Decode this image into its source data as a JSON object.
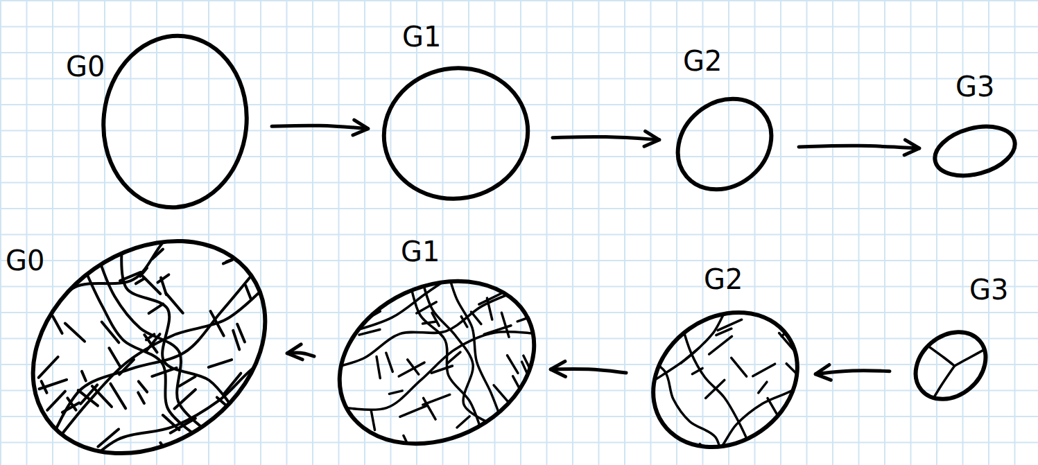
{
  "diagram": {
    "nodes": [
      {
        "text": [
          "G0"
        ]
      },
      {
        "text": [
          "G1"
        ]
      },
      {
        "text": [
          "G2"
        ]
      },
      {
        "text": [
          "G3"
        ]
      },
      {
        "text": [
          "G0"
        ]
      },
      {
        "text": [
          "G1"
        ]
      },
      {
        "text": [
          "G2"
        ]
      },
      {
        "text": [
          "G3"
        ]
      }
    ],
    "edges": [
      {
        "from": 0,
        "to": 1,
        "arrow": "to"
      },
      {
        "from": 1,
        "to": 2,
        "arrow": "to"
      },
      {
        "from": 2,
        "to": 3,
        "arrow": "to"
      },
      {
        "from": 7,
        "to": 6,
        "arrow": "to"
      },
      {
        "from": 6,
        "to": 5,
        "arrow": "to"
      },
      {
        "from": 5,
        "to": 4,
        "arrow": "to"
      }
    ]
  }
}
